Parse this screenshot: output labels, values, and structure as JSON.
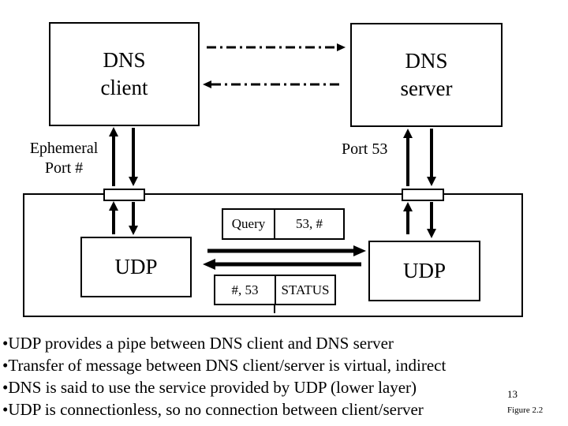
{
  "diagram": {
    "client": {
      "line1": "DNS",
      "line2": "client"
    },
    "server": {
      "line1": "DNS",
      "line2": "server"
    },
    "client_port_label": {
      "line1": "Ephemeral",
      "line2": "Port #"
    },
    "server_port_label": "Port 53",
    "udp_client": "UDP",
    "udp_server": "UDP",
    "query_message": {
      "type": "Query",
      "ports": "53, #"
    },
    "response_message": {
      "ports": "#, 53",
      "type": "STATUS"
    }
  },
  "bullets": {
    "char": "•",
    "items": [
      "UDP provides a pipe between DNS client and DNS server",
      "Transfer of message between DNS client/server is virtual, indirect",
      "DNS is said to use the service provided by UDP (lower layer)",
      "UDP is connectionless, so no connection between client/server"
    ]
  },
  "footer": {
    "page_number": "13",
    "figure_label": "Figure 2.2"
  },
  "colors": {
    "ink": "#000000",
    "background": "#ffffff"
  }
}
